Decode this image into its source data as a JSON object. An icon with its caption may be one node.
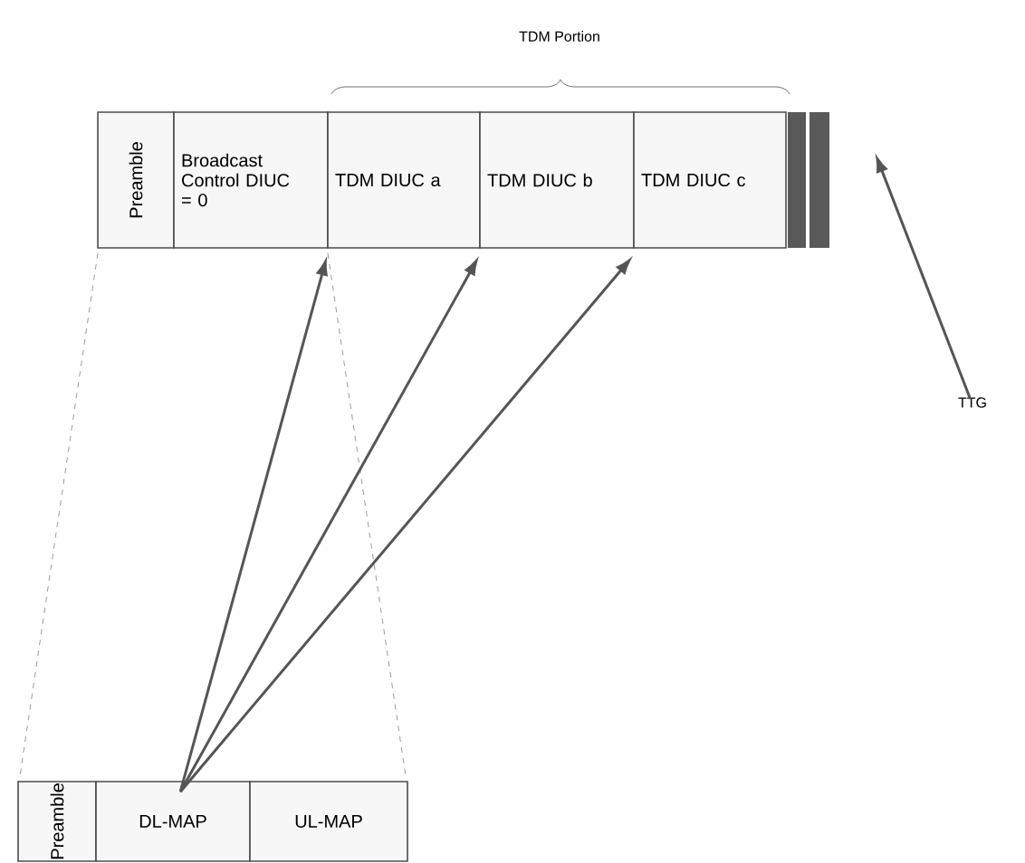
{
  "diagram": {
    "nodes": [
      {
        "text": [
          "Preamble"
        ]
      },
      {
        "text": [
          "Broadcast Control DIUC = 0"
        ]
      },
      {
        "text": [
          "TDM DIUC a"
        ]
      },
      {
        "text": [
          "TDM DIUC b"
        ]
      },
      {
        "text": [
          "TDM DIUC c"
        ]
      },
      {
        "text": [],
        "shape": "bar"
      },
      {
        "text": [
          "TTG"
        ]
      },
      {
        "text": [
          "Preamble"
        ]
      },
      {
        "text": [
          "DL-MAP"
        ]
      },
      {
        "text": [
          "UL-MAP"
        ]
      }
    ],
    "edges": [
      {
        "from": 8,
        "to": 2,
        "arrow": "to"
      },
      {
        "from": 8,
        "to": 3,
        "arrow": "to"
      },
      {
        "from": 8,
        "to": 4,
        "arrow": "to"
      },
      {
        "from": 6,
        "to": 5,
        "arrow": "to"
      }
    ],
    "labels": [
      "TDM Portion"
    ]
  }
}
